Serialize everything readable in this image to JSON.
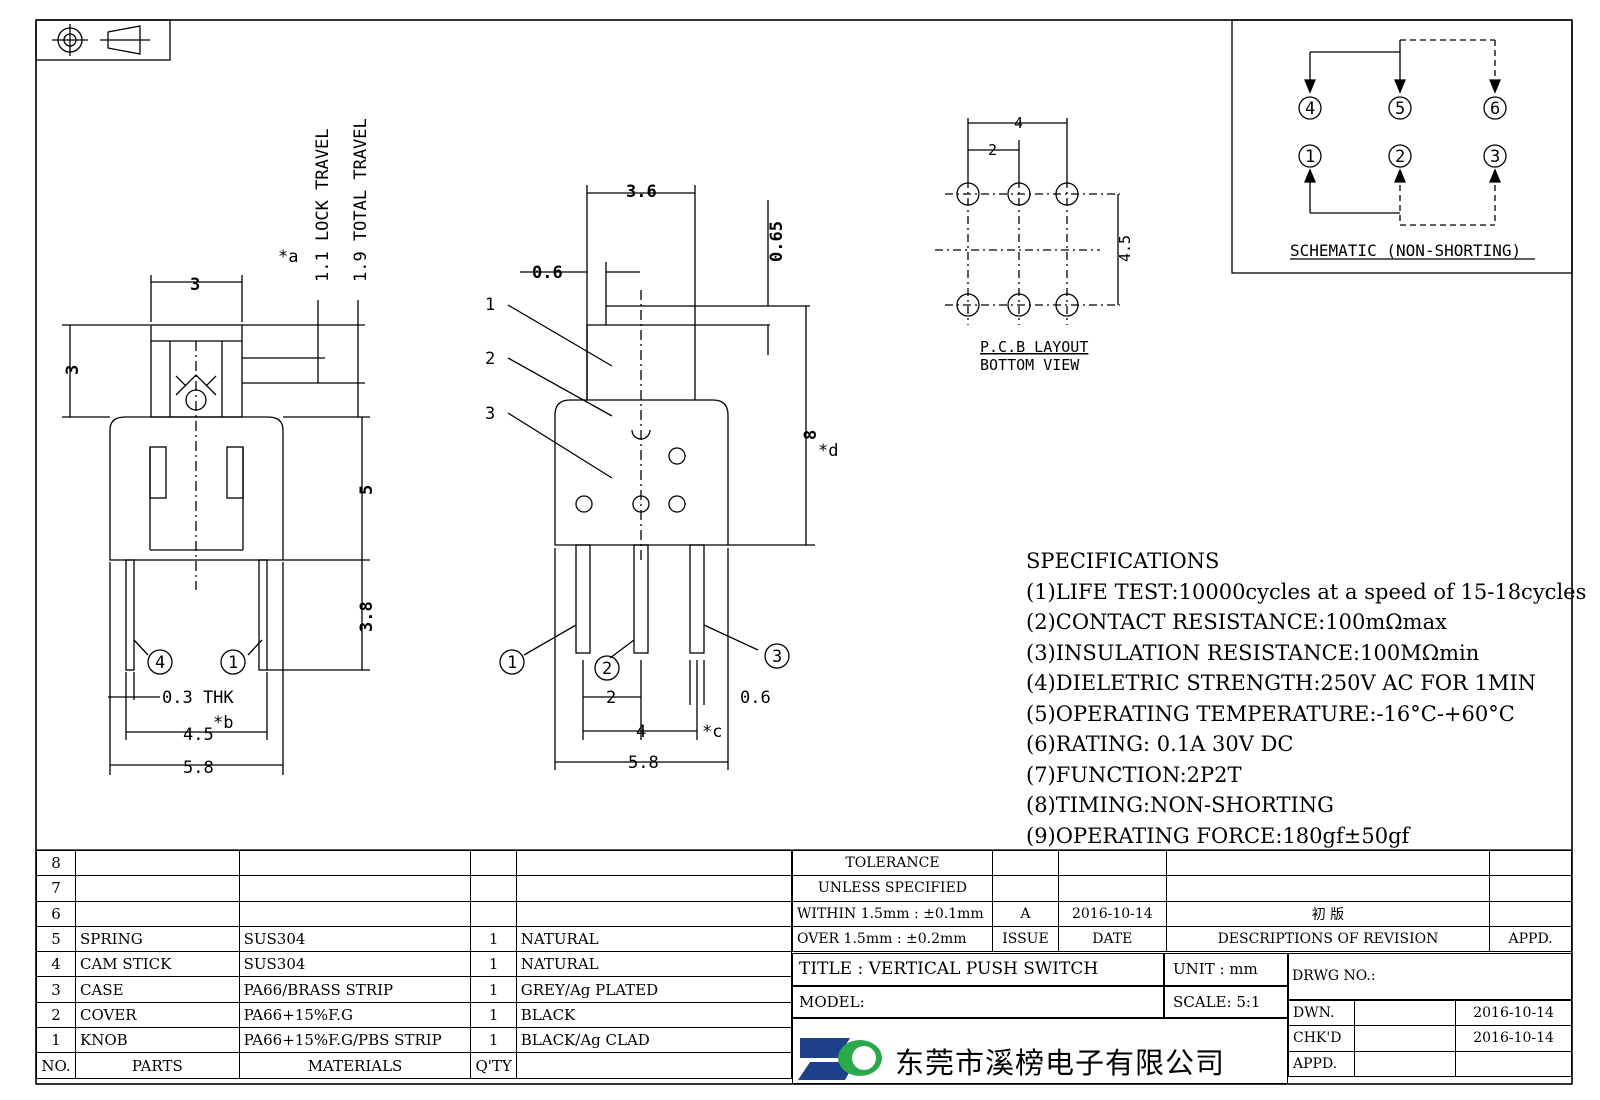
{
  "views": {
    "left": {
      "dim_top": "3",
      "dim_lock": "1.1 LOCK TRAVEL",
      "dim_total": "1.9 TOTAL TRAVEL",
      "note_a": "*a",
      "dim_height_knob": "3",
      "dim_body": "5",
      "dim_pin": "3.8",
      "pin_left": "4",
      "pin_right": "1",
      "thk": "0.3 THK",
      "dim_45": "4.5",
      "note_b": "*b",
      "dim_58": "5.8"
    },
    "front": {
      "dim_36": "3.6",
      "dim_06top": "0.6",
      "dim_065": "0.65",
      "dim_8": "8",
      "note_d": "*d",
      "lbl1": "1",
      "lbl2": "2",
      "lbl3": "3",
      "pin1": "1",
      "pin2": "2",
      "pin3": "3",
      "dim_2": "2",
      "dim_06": "0.6",
      "dim_4": "4",
      "note_c": "*c",
      "dim_58": "5.8"
    },
    "pcb": {
      "dim_4": "4",
      "dim_2": "2",
      "dim_45": "4.5",
      "title": "P.C.B LAYOUT",
      "subtitle": "BOTTOM VIEW"
    },
    "schematic": {
      "pins_top": [
        "4",
        "5",
        "6"
      ],
      "pins_bottom": [
        "1",
        "2",
        "3"
      ],
      "caption": "SCHEMATIC (NON-SHORTING)"
    }
  },
  "specifications": {
    "title": "SPECIFICATIONS",
    "items": [
      "(1)LIFE TEST:10000cycles at a speed of 15-18cycles",
      "(2)CONTACT RESISTANCE:100mΩmax",
      "(3)INSULATION RESISTANCE:100MΩmin",
      "(4)DIELETRIC STRENGTH:250V AC FOR 1MIN",
      "(5)OPERATING TEMPERATURE:-16°C-+60°C",
      "(6)RATING: 0.1A 30V DC",
      "(7)FUNCTION:2P2T",
      "(8)TIMING:NON-SHORTING",
      "(9)OPERATING FORCE:180gf±50gf"
    ]
  },
  "bom": {
    "rows": [
      {
        "no": "8",
        "part": "",
        "material": "",
        "qty": "",
        "finish": ""
      },
      {
        "no": "7",
        "part": "",
        "material": "",
        "qty": "",
        "finish": ""
      },
      {
        "no": "6",
        "part": "",
        "material": "",
        "qty": "",
        "finish": ""
      },
      {
        "no": "5",
        "part": "SPRING",
        "material": "SUS304",
        "qty": "1",
        "finish": "NATURAL"
      },
      {
        "no": "4",
        "part": "CAM STICK",
        "material": "SUS304",
        "qty": "1",
        "finish": "NATURAL"
      },
      {
        "no": "3",
        "part": "CASE",
        "material": "PA66/BRASS STRIP",
        "qty": "1",
        "finish": "GREY/Ag PLATED"
      },
      {
        "no": "2",
        "part": "COVER",
        "material": "PA66+15%F.G",
        "qty": "1",
        "finish": "BLACK"
      },
      {
        "no": "1",
        "part": "KNOB",
        "material": "PA66+15%F.G/PBS STRIP",
        "qty": "1",
        "finish": "BLACK/Ag CLAD"
      }
    ],
    "header": {
      "no": "NO.",
      "part": "PARTS",
      "material": "MATERIALS",
      "qty": "Q'TY"
    }
  },
  "title_block": {
    "tolerance": "TOLERANCE",
    "unless": "UNLESS  SPECIFIED",
    "within": "WITHIN 1.5mm : ±0.1mm",
    "over": "OVER 1.5mm : ±0.2mm",
    "issue_val": "A",
    "date_val": "2016-10-14",
    "desc_val": "初  版",
    "issue_hdr": "ISSUE",
    "date_hdr": "DATE",
    "desc_hdr": "DESCRIPTIONS OF REVISION",
    "appd_hdr": "APPD.",
    "title": "TITLE :  VERTICAL PUSH SWITCH",
    "unit": "UNIT :  mm",
    "drwg": "DRWG NO.:",
    "model": "MODEL:",
    "scale": "SCALE:  5:1",
    "dwn": "DWN.",
    "dwn_date": "2016-10-14",
    "chkd": "CHK'D",
    "chkd_date": "2016-10-14",
    "appd": "APPD.",
    "company": "东莞市溪榜电子有限公司"
  }
}
